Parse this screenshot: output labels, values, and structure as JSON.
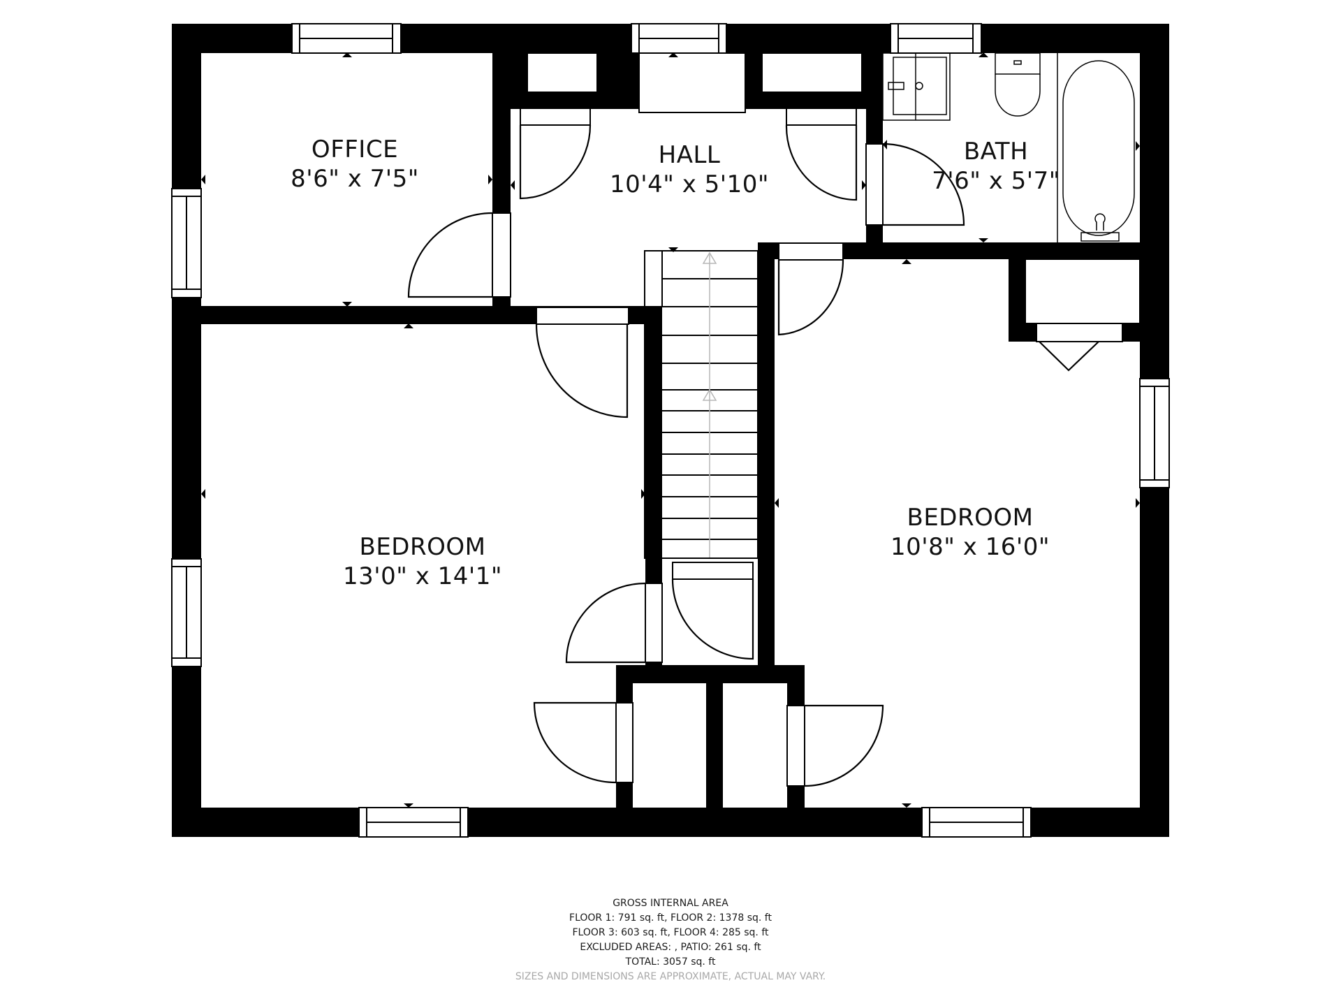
{
  "floorplan": {
    "rooms": [
      {
        "id": "office",
        "name": "OFFICE",
        "dimensions": "8'6\" x 7'5\""
      },
      {
        "id": "hall",
        "name": "HALL",
        "dimensions": "10'4\" x 5'10\""
      },
      {
        "id": "bath",
        "name": "BATH",
        "dimensions": "7'6\" x 5'7\""
      },
      {
        "id": "bedroom-left",
        "name": "BEDROOM",
        "dimensions": "13'0\" x 14'1\""
      },
      {
        "id": "bedroom-right",
        "name": "BEDROOM",
        "dimensions": "10'8\" x 16'0\""
      }
    ],
    "colors": {
      "wall": "#000000",
      "background": "#ffffff",
      "stair_arrow": "#b5b5b5",
      "disclaimer": "#a8a8a8"
    }
  },
  "area_summary": {
    "title": "GROSS INTERNAL AREA",
    "line1": "FLOOR 1: 791 sq. ft, FLOOR 2: 1378 sq. ft",
    "line2": "FLOOR 3: 603 sq. ft, FLOOR 4: 285 sq. ft",
    "line3": "EXCLUDED AREAS: , PATIO: 261 sq. ft",
    "total": "TOTAL: 3057 sq. ft",
    "disclaimer": "SIZES AND DIMENSIONS ARE APPROXIMATE, ACTUAL MAY VARY."
  }
}
